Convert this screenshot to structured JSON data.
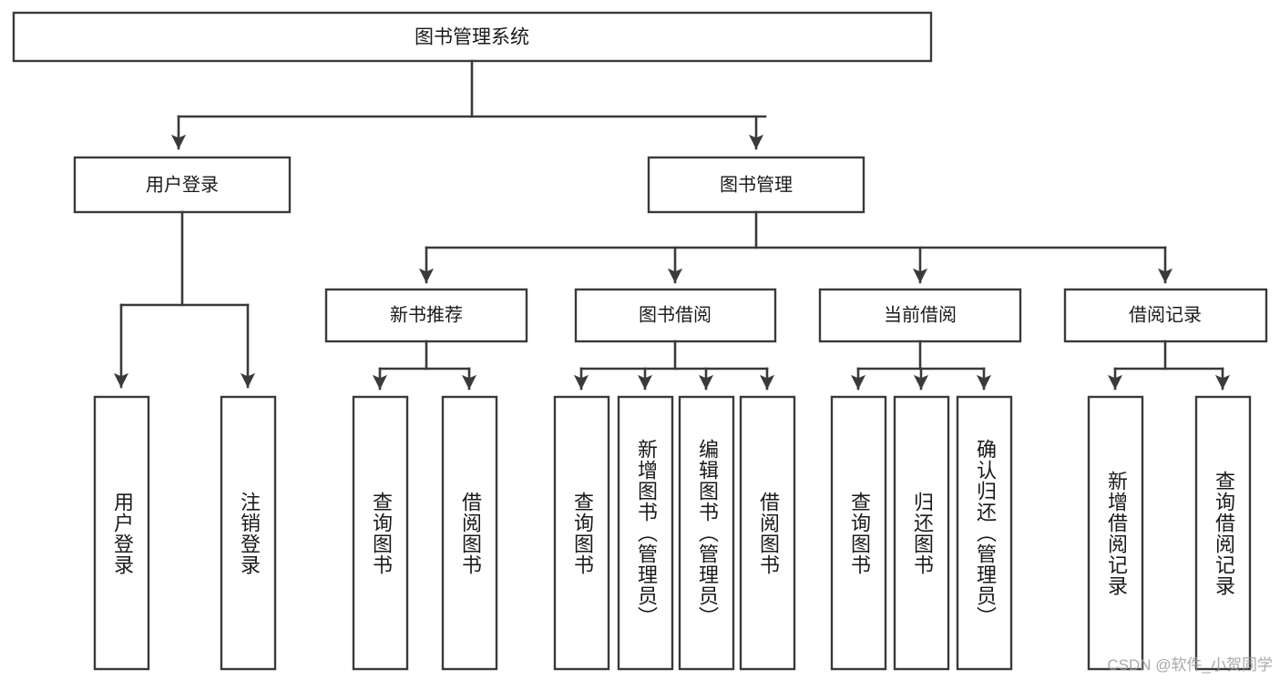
{
  "diagram": {
    "type": "tree-hierarchy-chart",
    "title": "图书管理系统",
    "bg_color": "#ffffff",
    "line_color": "#3a3a3a",
    "text_color": "#1a1a1a",
    "levels": {
      "root": {
        "label": "图书管理系统"
      },
      "level1": [
        {
          "id": "user-login",
          "label": "用户登录"
        },
        {
          "id": "book-manage",
          "label": "图书管理"
        }
      ],
      "level2": [
        {
          "id": "new-book-rec",
          "label": "新书推荐",
          "parent": "book-manage"
        },
        {
          "id": "book-borrow",
          "label": "图书借阅",
          "parent": "book-manage"
        },
        {
          "id": "current-borrow",
          "label": "当前借阅",
          "parent": "book-manage"
        },
        {
          "id": "borrow-record",
          "label": "借阅记录",
          "parent": "book-manage"
        }
      ],
      "leaves": [
        {
          "id": "leaf-user-login",
          "label": "用户登录",
          "parent": "user-login"
        },
        {
          "id": "leaf-logout",
          "label": "注销登录",
          "parent": "user-login"
        },
        {
          "id": "leaf-query-book-1",
          "label": "查询图书",
          "parent": "new-book-rec"
        },
        {
          "id": "leaf-borrow-book-1",
          "label": "借阅图书",
          "parent": "new-book-rec"
        },
        {
          "id": "leaf-query-book-2",
          "label": "查询图书",
          "parent": "book-borrow"
        },
        {
          "id": "leaf-add-book",
          "label": "新增图书（管理员）",
          "parent": "book-borrow"
        },
        {
          "id": "leaf-edit-book",
          "label": "编辑图书（管理员）",
          "parent": "book-borrow"
        },
        {
          "id": "leaf-borrow-book-2",
          "label": "借阅图书",
          "parent": "book-borrow"
        },
        {
          "id": "leaf-query-book-3",
          "label": "查询图书",
          "parent": "current-borrow"
        },
        {
          "id": "leaf-return-book",
          "label": "归还图书",
          "parent": "current-borrow"
        },
        {
          "id": "leaf-confirm-return",
          "label": "确认归还（管理员）",
          "parent": "current-borrow"
        },
        {
          "id": "leaf-add-record",
          "label": "新增借阅记录",
          "parent": "borrow-record"
        },
        {
          "id": "leaf-query-record",
          "label": "查询借阅记录",
          "parent": "borrow-record"
        }
      ]
    }
  },
  "watermark": {
    "text": "CSDN @软件_小贺同学"
  }
}
